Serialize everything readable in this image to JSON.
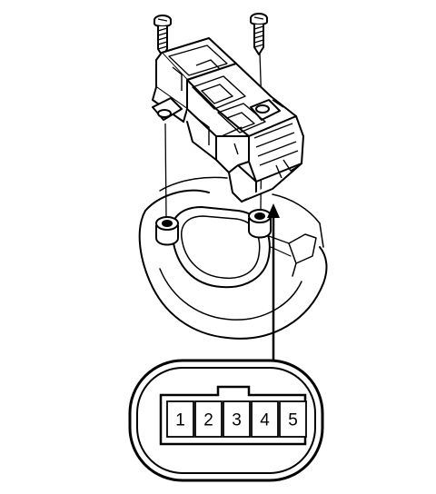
{
  "connector": {
    "pins": [
      {
        "label": "1"
      },
      {
        "label": "2"
      },
      {
        "label": "3"
      },
      {
        "label": "4"
      },
      {
        "label": "5"
      }
    ]
  },
  "colors": {
    "line": "#000000",
    "background": "#ffffff"
  }
}
